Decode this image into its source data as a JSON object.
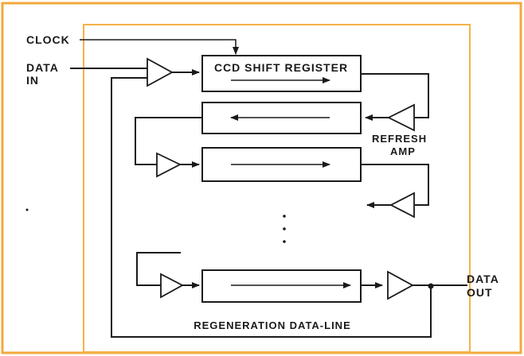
{
  "colors": {
    "frame_outer": "#f2a93b",
    "frame_inner": "#f5b24a",
    "ink": "#1a1a1a",
    "background": "#ffffff"
  },
  "labels": {
    "clock": "CLOCK",
    "data_in_line1": "DATA",
    "data_in_line2": "IN",
    "shift_register": "CCD SHIFT REGISTER",
    "refresh_amp_line1": "REFRESH",
    "refresh_amp_line2": "AMP",
    "data_out_line1": "DATA",
    "data_out_line2": "OUT",
    "regeneration": "REGENERATION DATA-LINE"
  },
  "registers": [
    {
      "id": "reg-1",
      "direction": "right"
    },
    {
      "id": "reg-2",
      "direction": "left"
    },
    {
      "id": "reg-3",
      "direction": "right"
    },
    {
      "id": "reg-n",
      "direction": "right"
    }
  ]
}
